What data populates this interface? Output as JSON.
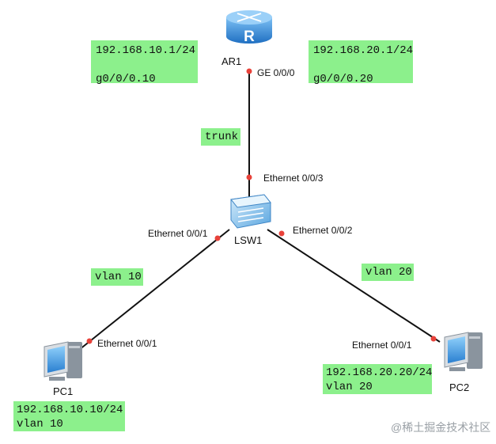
{
  "devices": {
    "router": "AR1",
    "switch": "LSW1",
    "pc1": "PC1",
    "pc2": "PC2"
  },
  "ports": {
    "ar1_ge": "GE 0/0/0",
    "lsw1_e3": "Ethernet 0/0/3",
    "lsw1_e1": "Ethernet 0/0/1",
    "lsw1_e2": "Ethernet 0/0/2",
    "pc1_e1": "Ethernet 0/0/1",
    "pc2_e1": "Ethernet 0/0/1"
  },
  "notes": {
    "sub1_ip": "192.168.10.1/24",
    "sub1_if": "g0/0/0.10",
    "sub2_ip": "192.168.20.1/24",
    "sub2_if": "g0/0/0.20",
    "trunk": "trunk",
    "vlan10": "vlan 10",
    "vlan20": "vlan 20",
    "pc1_ip": "192.168.10.10/24",
    "pc1_vlan": "vlan 10",
    "pc2_ip": "192.168.20.20/24",
    "pc2_vlan": "vlan 20"
  },
  "watermark": "@稀土掘金技术社区",
  "colors": {
    "note_bg": "#8cf08c",
    "link": "#111111",
    "port_dot": "#e8423a",
    "device_blue": "#2f86d6"
  }
}
